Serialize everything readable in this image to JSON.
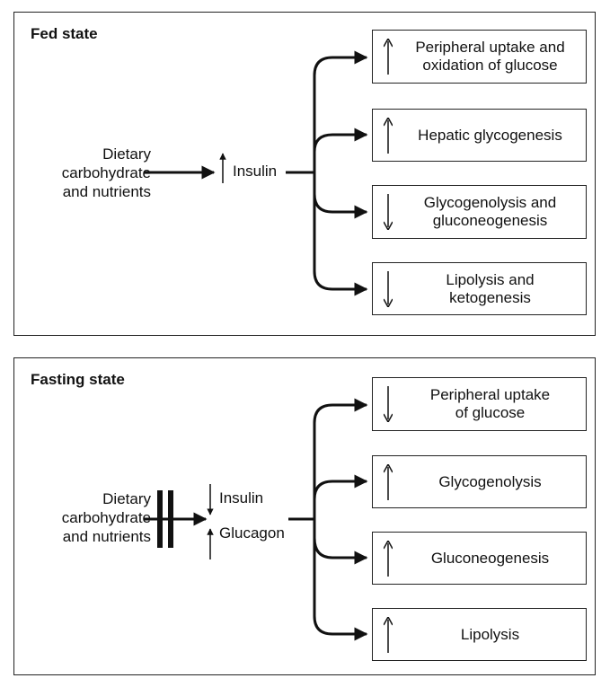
{
  "fed": {
    "title": "Fed state",
    "input_lines": [
      "Dietary",
      "carbohydrate",
      "and nutrients"
    ],
    "hormone": "Insulin",
    "outcomes": [
      {
        "lines": [
          "Peripheral uptake and",
          "oxidation of glucose"
        ],
        "direction": "up"
      },
      {
        "lines": [
          "Hepatic glycogenesis"
        ],
        "direction": "up"
      },
      {
        "lines": [
          "Glycogenolysis and",
          "gluconeogenesis"
        ],
        "direction": "down"
      },
      {
        "lines": [
          "Lipolysis and",
          "ketogenesis"
        ],
        "direction": "down"
      }
    ]
  },
  "fasting": {
    "title": "Fasting state",
    "input_lines": [
      "Dietary",
      "carbohydrate",
      "and nutrients"
    ],
    "hormones": [
      {
        "label": "Insulin",
        "direction": "down"
      },
      {
        "label": "Glucagon",
        "direction": "up"
      }
    ],
    "outcomes": [
      {
        "lines": [
          "Peripheral uptake",
          "of glucose"
        ],
        "direction": "down"
      },
      {
        "lines": [
          "Glycogenolysis"
        ],
        "direction": "up"
      },
      {
        "lines": [
          "Gluconeogenesis"
        ],
        "direction": "up"
      },
      {
        "lines": [
          "Lipolysis"
        ],
        "direction": "up"
      }
    ]
  },
  "icons": {
    "up": "up-arrow-icon",
    "down": "down-arrow-icon",
    "block": "blocked-input-icon"
  }
}
